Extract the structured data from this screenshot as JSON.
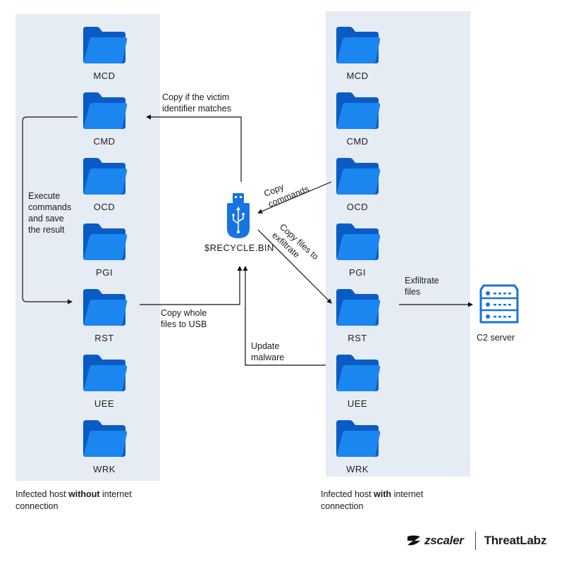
{
  "left_host": {
    "folders": [
      "MCD",
      "CMD",
      "OCD",
      "PGI",
      "RST",
      "UEE",
      "WRK"
    ],
    "caption_pre": "Infected host ",
    "caption_bold": "without",
    "caption_post": " internet",
    "caption_line2": "connection"
  },
  "right_host": {
    "folders": [
      "MCD",
      "CMD",
      "OCD",
      "PGI",
      "RST",
      "UEE",
      "WRK"
    ],
    "caption_pre": "Infected host ",
    "caption_bold": "with",
    "caption_post": " internet",
    "caption_line2": "connection"
  },
  "usb": {
    "label": "$RECYCLE.BIN",
    "icon": "usb-drive-icon"
  },
  "c2": {
    "label": "C2 server",
    "icon": "server-icon"
  },
  "edges": {
    "copy_if_victim": [
      "Copy if the victim",
      "identifier matches"
    ],
    "execute_commands": [
      "Execute",
      "commands",
      "and save",
      "the result"
    ],
    "copy_whole_files": [
      "Copy whole",
      "files to USB"
    ],
    "copy_commands": [
      "Copy",
      "commands"
    ],
    "copy_files_exfil": [
      "Copy files to",
      "exfiltrate"
    ],
    "update_malware": [
      "Update",
      "malware"
    ],
    "exfiltrate_files": [
      "Exfiltrate",
      "files"
    ]
  },
  "brand": {
    "zscaler": "zscaler",
    "threatlabz": "ThreatLabz"
  },
  "colors": {
    "folder_back": "#0a5cc4",
    "folder_front": "#1b86f0",
    "panel": "#e6ecf3",
    "usb": "#1773e0"
  }
}
